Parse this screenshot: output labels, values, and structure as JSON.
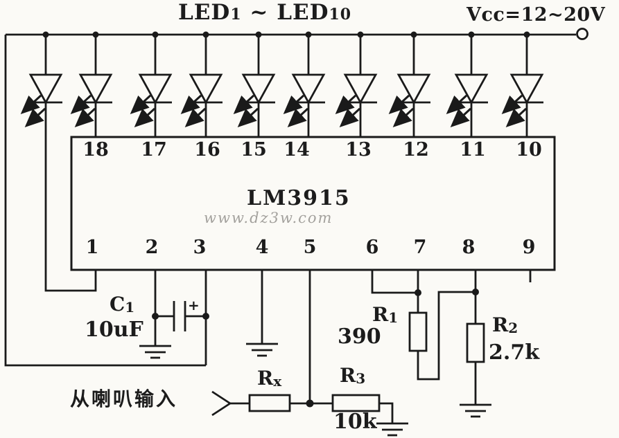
{
  "header": {
    "led_range": {
      "p1": "LED",
      "n1": "1",
      "sep": " ~ ",
      "p2": "LED",
      "n2": "10"
    },
    "vcc_label": "Vcc=12~20V"
  },
  "ic": {
    "name": "LM3915",
    "watermark": "www.dz3w.com",
    "top_pins": [
      "18",
      "17",
      "16",
      "15",
      "14",
      "13",
      "12",
      "11",
      "10"
    ],
    "bottom_pins": [
      "1",
      "2",
      "3",
      "4",
      "5",
      "6",
      "7",
      "8",
      "9"
    ]
  },
  "components": {
    "c1": {
      "ref": "C",
      "sub": "1",
      "value": "10uF",
      "polarity": "+"
    },
    "r1": {
      "ref": "R",
      "sub": "1",
      "value": "390"
    },
    "r2": {
      "ref": "R",
      "sub": "2",
      "value": "2.7k"
    },
    "r3": {
      "ref": "R",
      "sub": "3",
      "value": "10k"
    },
    "rx": {
      "ref": "R",
      "sub": "x"
    }
  },
  "labels": {
    "input": "从喇叭输入"
  },
  "colors": {
    "line": "#1a1a1a",
    "background": "#fbfaf6",
    "watermark": "#a3a19d"
  }
}
